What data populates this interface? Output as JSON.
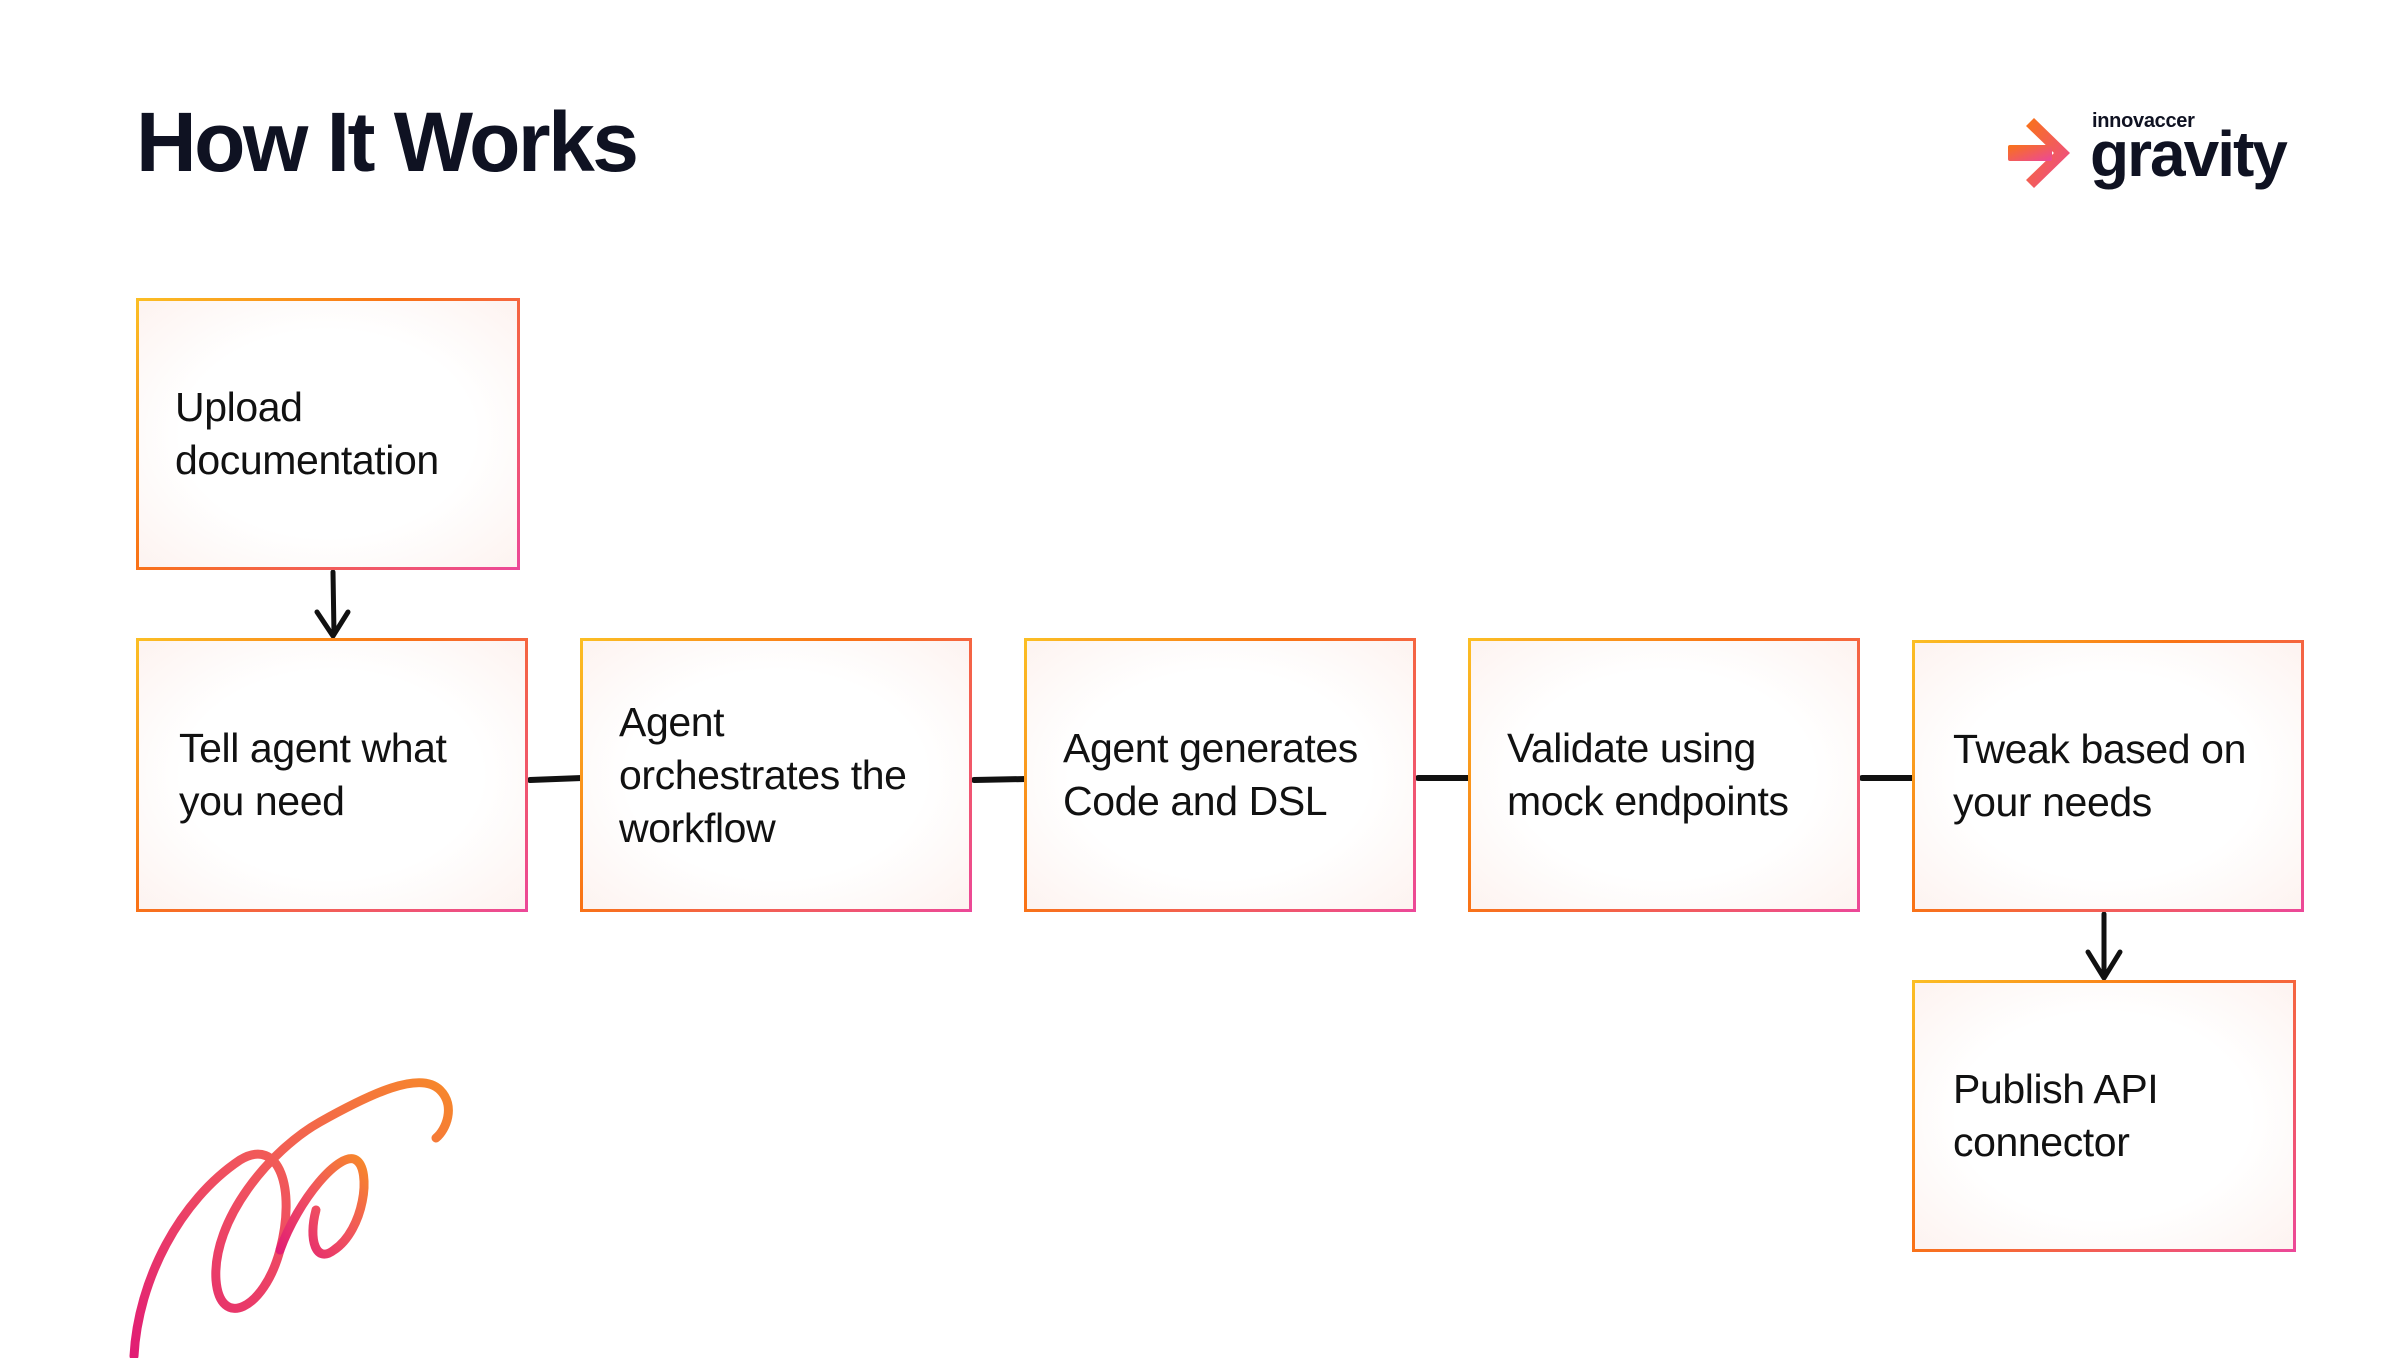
{
  "header": {
    "title": "How It Works"
  },
  "logo": {
    "small_text": "innovaccer",
    "big_text": "gravity",
    "icon": "arrow-mark-icon",
    "colors": [
      "#f97316",
      "#ec4899"
    ]
  },
  "steps": [
    {
      "id": "upload",
      "label": "Upload documentation"
    },
    {
      "id": "tell",
      "label": "Tell agent what you need"
    },
    {
      "id": "orchestrate",
      "label": "Agent orchestrates the workflow"
    },
    {
      "id": "generate",
      "label": "Agent generates Code and DSL"
    },
    {
      "id": "validate",
      "label": "Validate using mock endpoints"
    },
    {
      "id": "tweak",
      "label": "Tweak based on your needs"
    },
    {
      "id": "publish",
      "label": "Publish API connector"
    }
  ],
  "connections": [
    {
      "from": "upload",
      "to": "tell",
      "kind": "arrow"
    },
    {
      "from": "tell",
      "to": "orchestrate",
      "kind": "line"
    },
    {
      "from": "orchestrate",
      "to": "generate",
      "kind": "line"
    },
    {
      "from": "generate",
      "to": "validate",
      "kind": "line"
    },
    {
      "from": "validate",
      "to": "tweak",
      "kind": "line"
    },
    {
      "from": "tweak",
      "to": "publish",
      "kind": "arrow"
    }
  ],
  "colors": {
    "border_start": "#fbbf24",
    "border_mid": "#f97316",
    "border_end": "#ec4899",
    "text": "#111111",
    "title": "#0f1222"
  }
}
